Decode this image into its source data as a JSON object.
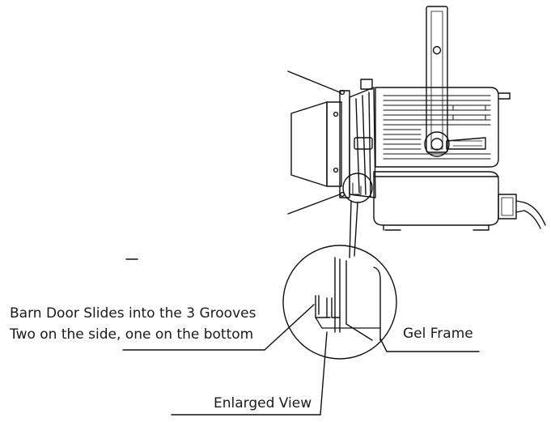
{
  "labels": {
    "barn_door_line1": "Barn Door Slides into the 3 Grooves",
    "barn_door_line2": "Two on the side, one on the bottom",
    "gel_frame": "Gel Frame",
    "enlarged_view": "Enlarged View"
  }
}
